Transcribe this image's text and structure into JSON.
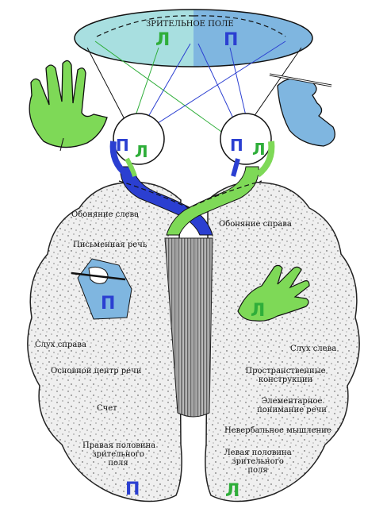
{
  "visual_field": {
    "title": "ЗРИТЕЛЬНОЕ ПОЛЕ",
    "left_letter": "Л",
    "right_letter": "П"
  },
  "eyes": {
    "left_eye": {
      "letter_p": "П",
      "letter_l": "Л"
    },
    "right_eye": {
      "letter_p": "П",
      "letter_l": "Л"
    }
  },
  "left_hemisphere": {
    "smell": "Обоняние слева",
    "writing": "Письменная речь",
    "hand_letter": "П",
    "hearing": "Слух справа",
    "speech_center": "Основной центр речи",
    "counting": "Счет",
    "visual_half": [
      "Правая половина",
      "зрительного",
      "поля"
    ],
    "bottom_letter": "П"
  },
  "right_hemisphere": {
    "smell": "Обоняние справа",
    "hand_letter": "Л",
    "hearing": "Слух слева",
    "spatial": [
      "Пространственные",
      "конструкции"
    ],
    "elementary_speech": [
      "Элементарное",
      "понимание речи"
    ],
    "nonverbal": "Невербальное мышление",
    "visual_half": [
      "Левая половина",
      "зрительного",
      "поля"
    ],
    "bottom_letter": "Л"
  },
  "colors": {
    "green": "#7ed957",
    "green_dark": "#2fae3a",
    "blue": "#2b3fd1",
    "light_blue": "#7fb6e0",
    "cyan_field": "#a8dfe0",
    "brain_fill": "#ececec"
  }
}
